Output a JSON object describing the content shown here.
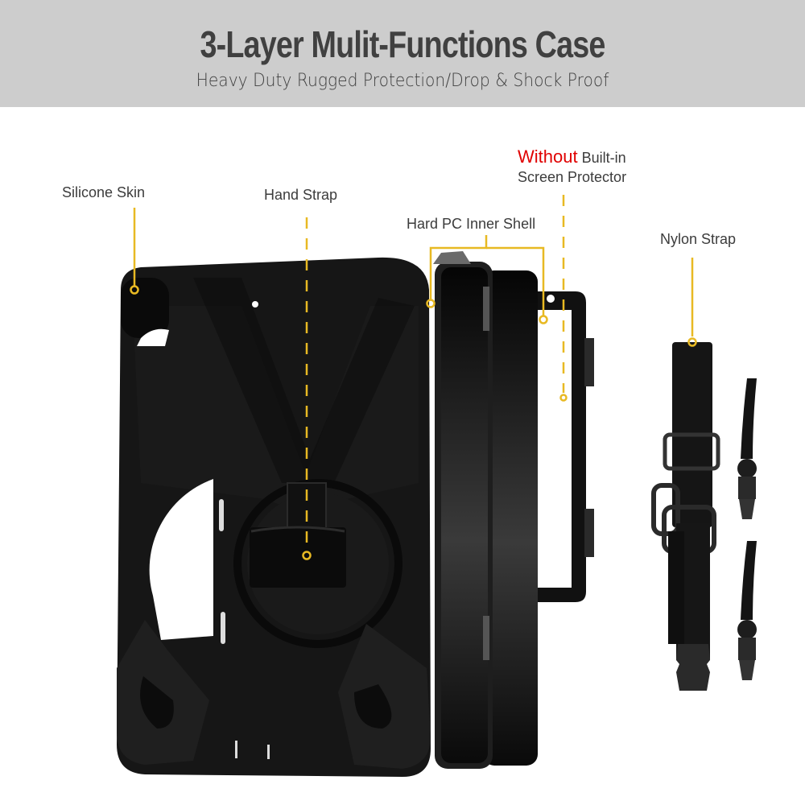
{
  "header": {
    "title": "3-Layer Mulit-Functions Case",
    "subtitle": "Heavy Duty Rugged Protection/Drop & Shock Proof",
    "background": "#cdcdcd",
    "text_color": "#404040"
  },
  "callouts": {
    "silicone_skin": "Silicone Skin",
    "hand_strap": "Hand Strap",
    "hard_pc_inner_shell": "Hard PC Inner Shell",
    "screen_protector_emphasis": "Without",
    "screen_protector_line1_rest": " Built-in",
    "screen_protector_line2": "Screen Protector",
    "nylon_strap": "Nylon Strap"
  },
  "colors": {
    "callout_line": "#e8b923",
    "emphasis_red": "#e00000",
    "product_black": "#141414"
  }
}
